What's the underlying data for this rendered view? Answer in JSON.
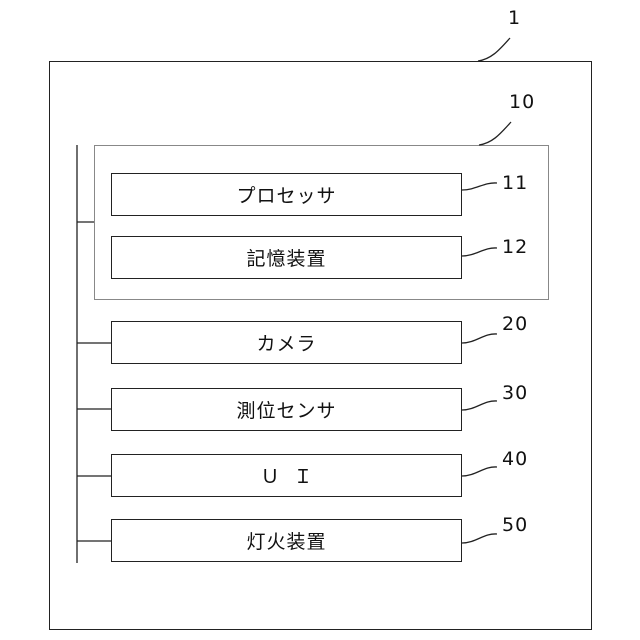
{
  "system": {
    "ref": "1"
  },
  "control_unit": {
    "ref": "10"
  },
  "components": {
    "processor": {
      "label": "プロセッサ",
      "ref": "11"
    },
    "storage": {
      "label": "記憶装置",
      "ref": "12"
    },
    "camera": {
      "label": "カメラ",
      "ref": "20"
    },
    "positioning_sensor": {
      "label": "測位センサ",
      "ref": "30"
    },
    "ui": {
      "label": "ＵＩ",
      "ref": "40"
    },
    "lighting_device": {
      "label": "灯火装置",
      "ref": "50"
    }
  }
}
